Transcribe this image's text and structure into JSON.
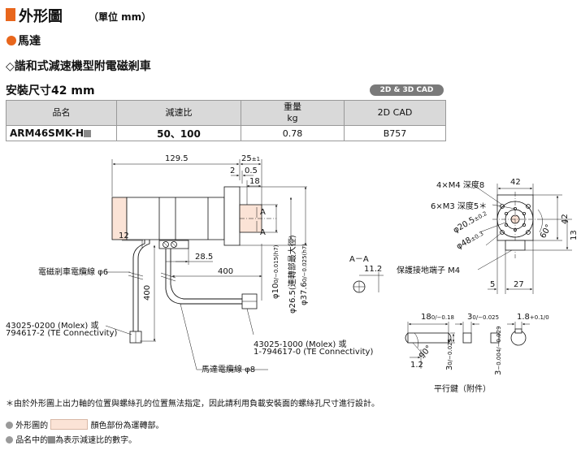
{
  "header": {
    "title": "外形圖",
    "unit": "（單位 mm）"
  },
  "section": {
    "motor": "馬達",
    "gear_type": "◇諧和式減速機型附電磁剎車",
    "size": "安裝尺寸42 mm",
    "cad_badge": "2D & 3D CAD"
  },
  "spec_table": {
    "headers": [
      "品名",
      "減速比",
      "重量\nkg",
      "2D CAD"
    ],
    "header_weight_line1": "重量",
    "header_weight_line2": "kg",
    "row": {
      "model": "ARM46SMK-H",
      "ratio": "50、100",
      "weight": "0.78",
      "cad": "B757"
    }
  },
  "drawing": {
    "side": {
      "len_total": "129.5",
      "len_25": "25",
      "tol_25": "±1",
      "len_2": "2",
      "len_05": "0.5",
      "len_18": "18",
      "len_12": "12",
      "len_285": "28.5",
      "len_400_cable": "400",
      "len_400_vert": "400",
      "mark_a": "A",
      "dia_10": "φ10",
      "tol_10": "0/−0.015(h7)",
      "dia_265": "φ26.5(連轉部最大徑)",
      "dia_376": "φ37.6",
      "tol_376": "0/−0.025(h7)",
      "brake_cable": "電磁剎車電纜線 φ6",
      "motor_cable": "馬達電纜線 φ8",
      "conn1_line1": "43025-0200 (Molex) 或",
      "conn1_line2": "794617-2 (TE Connectivity)",
      "conn2_line1": "43025-1000 (Molex) 或",
      "conn2_line2": "1-794617-0 (TE Connectivity)"
    },
    "section_aa": {
      "label": "A－A",
      "dim": "11.2"
    },
    "front": {
      "m4": "4×M4 深度8",
      "m3": "6×M3 深度5＊",
      "dim_42_top": "42",
      "dim_42_side": "42",
      "dia_205": "φ20.5",
      "tol_205": "±0.2",
      "dia_48": "φ48",
      "tol_48": "±0.3",
      "angle_60": "60°",
      "dim_13": "13",
      "dim_5": "5",
      "dim_27": "27",
      "ground": "保護接地端子 M4"
    },
    "key": {
      "dim_18": "18",
      "tol_18": "0/−0.18",
      "dim_3": "3",
      "tol_3": "0/−0.025",
      "dim_18b": "1.8",
      "tol_18b": "+0.1/0",
      "angle_90": "90°",
      "dim_12": "1.2",
      "dim_3v": "3",
      "tol_3v": "0/−0.025",
      "dim_3k": "3",
      "tol_3k": "−0.004/−0.029",
      "caption": "平行鍵（附件）"
    }
  },
  "notes": {
    "asterisk": "＊由於外形圖上出力軸的位置與螺絲孔的位置無法指定，因此請利用負載安裝面的螺絲孔尺寸進行設計。",
    "color_before": "外形圖的",
    "color_after": "顏色部份為運轉部。",
    "model_before": "品名中的",
    "model_after": "為表示減速比的數字。"
  },
  "colors": {
    "accent": "#e8661c",
    "rotating_part": "#fbe3d6",
    "table_header": "#d9d9d9"
  }
}
